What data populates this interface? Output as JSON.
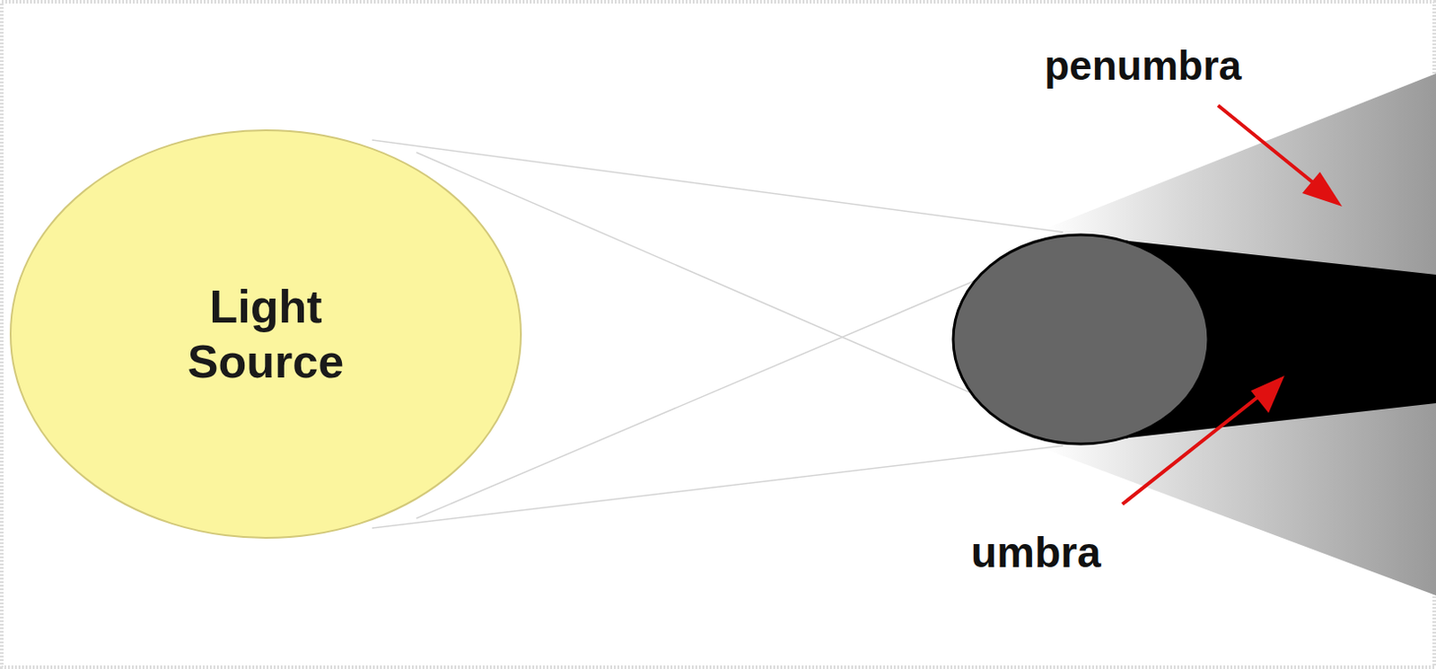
{
  "diagram": {
    "nodes": [
      {
        "text": [
          "Light Source"
        ]
      }
    ],
    "labels": [
      "penumbra",
      "umbra"
    ]
  }
}
